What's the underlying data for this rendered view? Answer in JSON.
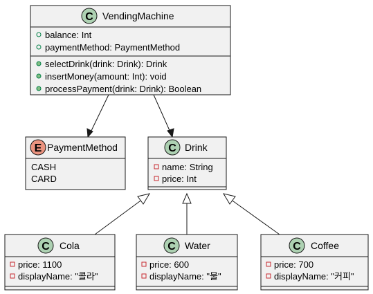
{
  "colors": {
    "class_fill": "#F1F1F1",
    "border": "#181818",
    "class_badge": "#ADD1B2",
    "enum_badge": "#EB937F",
    "public_icon": "#038048",
    "private_icon": "#C82930"
  },
  "badges": {
    "class": "C",
    "enum": "E"
  },
  "classes": {
    "vending_machine": {
      "name": "VendingMachine",
      "kind": "class",
      "fields": [
        "balance: Int",
        "paymentMethod: PaymentMethod"
      ],
      "methods": [
        "selectDrink(drink: Drink): Drink",
        "insertMoney(amount: Int): void",
        "processPayment(drink: Drink): Boolean"
      ]
    },
    "payment_method": {
      "name": "PaymentMethod",
      "kind": "enum",
      "values": [
        "CASH",
        "CARD"
      ]
    },
    "drink": {
      "name": "Drink",
      "kind": "class",
      "fields": [
        "name: String",
        "price: Int"
      ]
    },
    "cola": {
      "name": "Cola",
      "kind": "class",
      "fields": [
        "price: 1100",
        "displayName: \"콜라\""
      ]
    },
    "water": {
      "name": "Water",
      "kind": "class",
      "fields": [
        "price: 600",
        "displayName: \"물\""
      ]
    },
    "coffee": {
      "name": "Coffee",
      "kind": "class",
      "fields": [
        "price: 700",
        "displayName: \"커피\""
      ]
    }
  },
  "relations": [
    {
      "from": "VendingMachine",
      "to": "PaymentMethod",
      "type": "association"
    },
    {
      "from": "VendingMachine",
      "to": "Drink",
      "type": "association"
    },
    {
      "from": "Cola",
      "to": "Drink",
      "type": "inheritance"
    },
    {
      "from": "Water",
      "to": "Drink",
      "type": "inheritance"
    },
    {
      "from": "Coffee",
      "to": "Drink",
      "type": "inheritance"
    }
  ]
}
